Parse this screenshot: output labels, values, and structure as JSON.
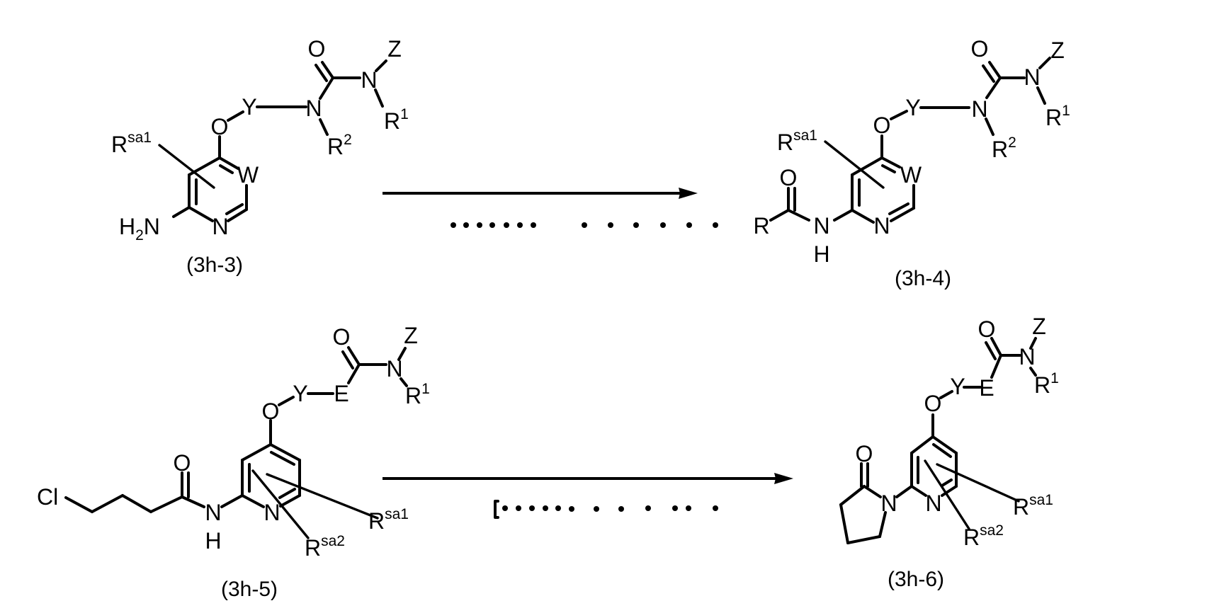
{
  "figure": {
    "type": "reaction-scheme",
    "background": "#ffffff",
    "ink": "#000000"
  },
  "compounds": [
    {
      "id": "3h-3",
      "label": "(3h-3)",
      "atoms": {
        "carbonyl_o": "O",
        "z": "Z",
        "amide_n": "N",
        "r1": "R",
        "r1_sup": "1",
        "urea_n": "N",
        "r2": "R",
        "r2_sup": "2",
        "y": "Y",
        "ether_o": "O",
        "rsa1": "R",
        "rsa1_sup": "sa1",
        "w": "W",
        "ring_n": "N",
        "amine": "H",
        "amine_sub": "2",
        "amine_n": "N"
      }
    },
    {
      "id": "3h-4",
      "label": "(3h-4)",
      "atoms": {
        "carbonyl_o": "O",
        "z": "Z",
        "amide_n": "N",
        "r1": "R",
        "r1_sup": "1",
        "urea_n": "N",
        "r2": "R",
        "r2_sup": "2",
        "y": "Y",
        "ether_o": "O",
        "rsa1": "R",
        "rsa1_sup": "sa1",
        "w": "W",
        "ring_n": "N",
        "nh_n": "N",
        "nh_h": "H",
        "acyl_o": "O",
        "acyl_r": "R"
      }
    },
    {
      "id": "3h-5",
      "label": "(3h-5)",
      "atoms": {
        "cl": "Cl",
        "acyl_o": "O",
        "nh_n": "N",
        "nh_h": "H",
        "ring_n": "N",
        "ether_o": "O",
        "y": "Y",
        "e": "E",
        "carbonyl_o": "O",
        "amide_n": "N",
        "z": "Z",
        "r1": "R",
        "r1_sup": "1",
        "rsa1": "R",
        "rsa1_sup": "sa1",
        "rsa2": "R",
        "rsa2_sup": "sa2"
      }
    },
    {
      "id": "3h-6",
      "label": "(3h-6)",
      "atoms": {
        "lactam_o": "O",
        "lactam_n": "N",
        "ring_n": "N",
        "ether_o": "O",
        "y": "Y",
        "e": "E",
        "carbonyl_o": "O",
        "amide_n": "N",
        "z": "Z",
        "r1": "R",
        "r1_sup": "1",
        "rsa1": "R",
        "rsa1_sup": "sa1",
        "rsa2": "R",
        "rsa2_sup": "sa2"
      }
    }
  ],
  "reactions": [
    {
      "from": "3h-3",
      "to": "3h-4",
      "conditions_text": "······· · · · · · ·",
      "dot_groups": [
        7,
        6
      ]
    },
    {
      "from": "3h-5",
      "to": "3h-6",
      "conditions_text": "[······ · · · ·· ·",
      "dot_groups": [
        6,
        1,
        1,
        1,
        2,
        1
      ],
      "leading_bracket": "["
    }
  ]
}
